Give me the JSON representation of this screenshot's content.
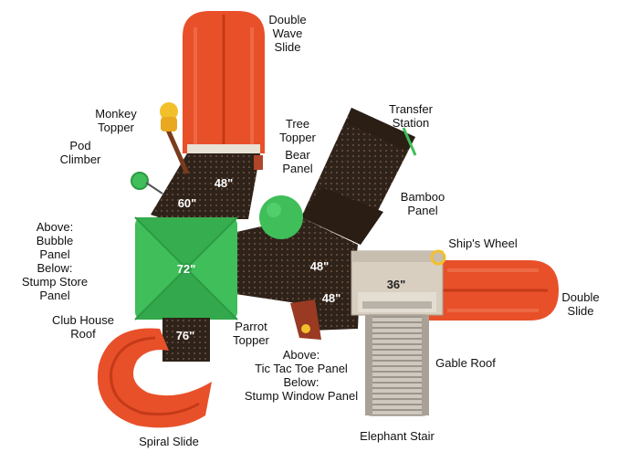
{
  "labels": {
    "double_wave_slide": "Double\nWave\nSlide",
    "monkey_topper": "Monkey\nTopper",
    "pod_climber": "Pod\nClimber",
    "tree_topper": "Tree\nTopper",
    "bear_panel": "Bear\nPanel",
    "transfer_station": "Transfer\nStation",
    "bamboo_panel": "Bamboo\nPanel",
    "ships_wheel": "Ship's Wheel",
    "above_bubble_below_stump": "Above:\nBubble\nPanel\nBelow:\nStump Store\nPanel",
    "club_house_roof": "Club House\nRoof",
    "parrot_topper": "Parrot\nTopper",
    "tic_tac_stump_window": "Above:\nTic Tac Toe Panel\nBelow:\nStump Window Panel",
    "double_slide": "Double\nSlide",
    "gable_roof": "Gable Roof",
    "elephant_stair": "Elephant Stair",
    "spiral_slide": "Spiral Slide"
  },
  "deck_heights": {
    "top_deck": "48\"",
    "left_deck": "60\"",
    "clubhouse": "72\"",
    "center_deck": "48\"",
    "lower_center_deck": "48\"",
    "gable_deck": "36\"",
    "spiral_deck": "76\""
  },
  "colors": {
    "slide_red": "#e8502a",
    "slide_red_dark": "#c43a18",
    "deck_brown": "#3a2a1e",
    "roof_green": "#3fbe5a",
    "roof_green_dark": "#2c9a44",
    "gable_tan": "#d8cfc0",
    "stair_gray": "#b9b2a8"
  }
}
